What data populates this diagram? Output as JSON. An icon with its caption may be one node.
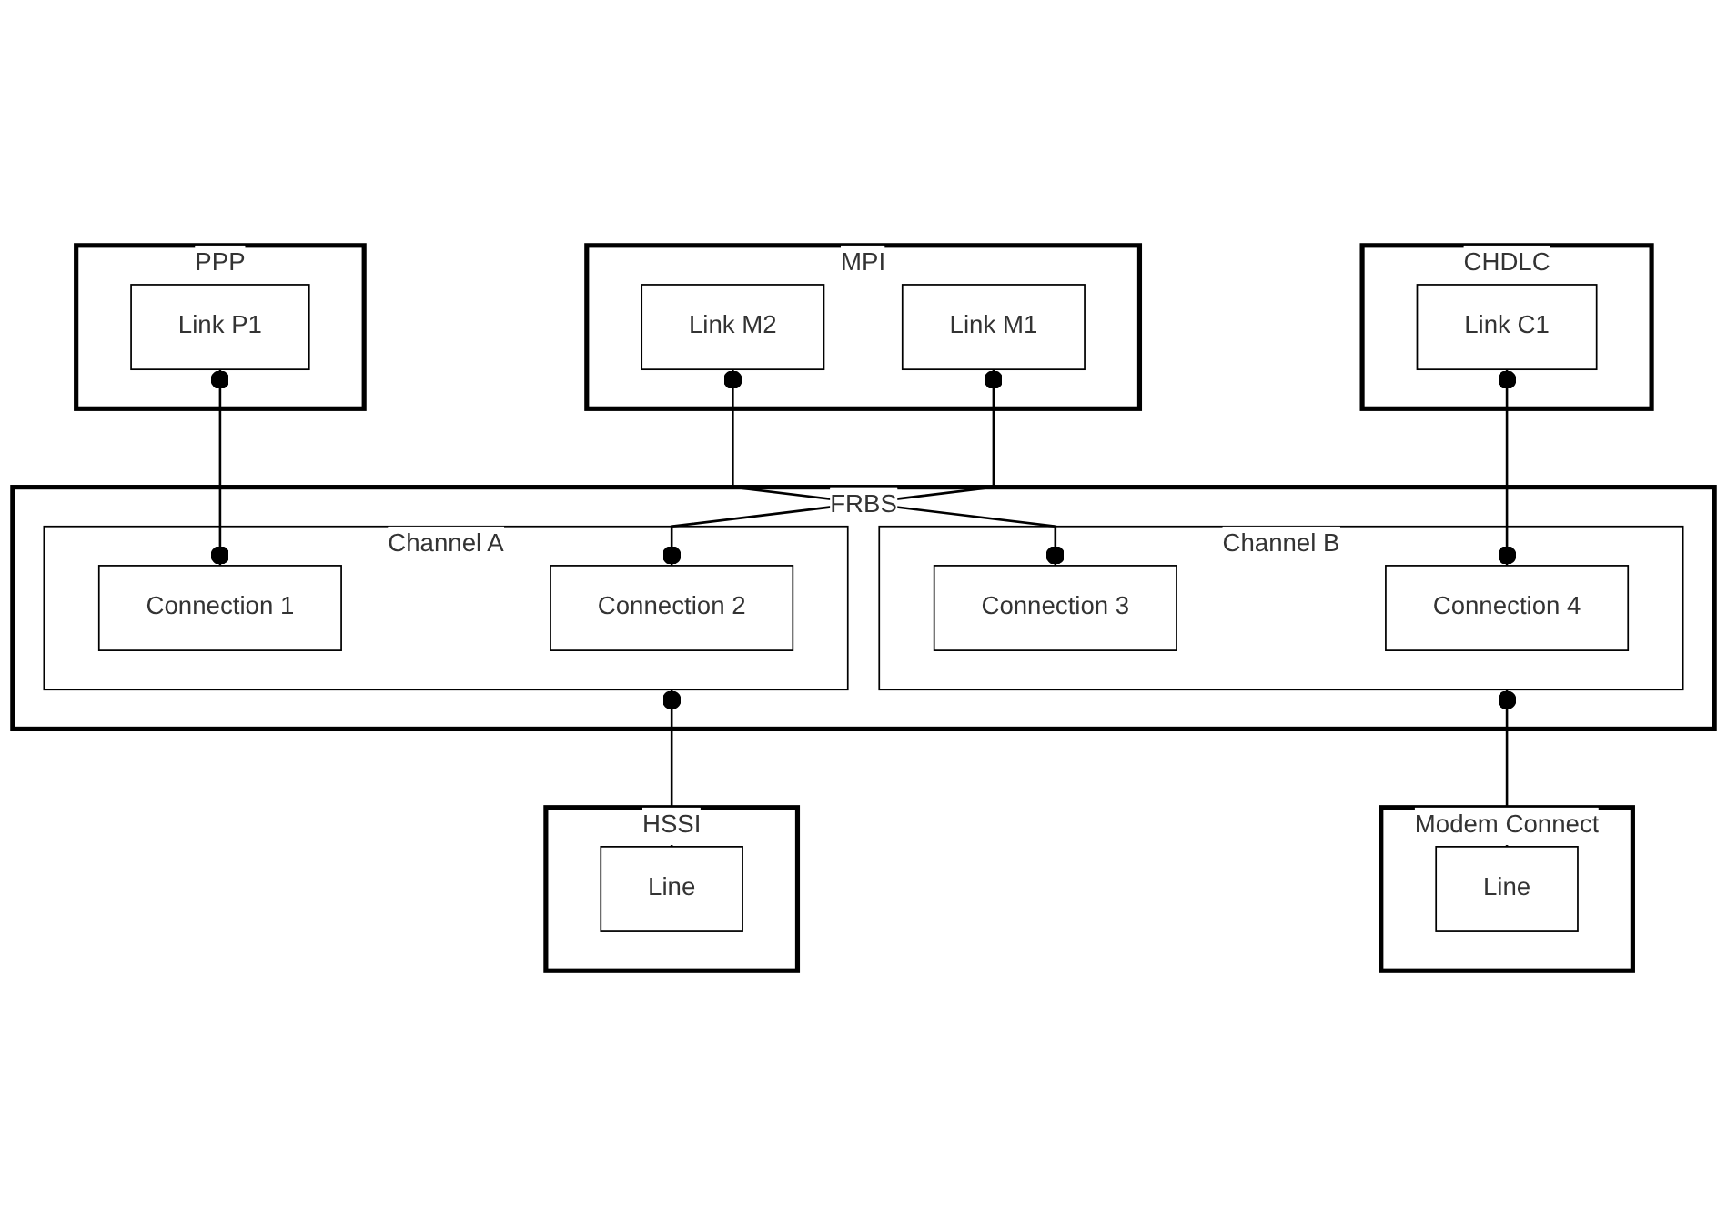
{
  "diagram": {
    "nodes": [
      {
        "text": [
          "PPP"
        ]
      },
      {
        "text": [
          "Link P1"
        ],
        "in": 0
      },
      {
        "text": [
          "MPI"
        ]
      },
      {
        "text": [
          "Link M1"
        ],
        "in": 2
      },
      {
        "text": [
          "Link M2"
        ],
        "in": 2
      },
      {
        "text": [
          "CHDLC"
        ]
      },
      {
        "text": [
          "Link C1"
        ],
        "in": 5
      },
      {
        "text": [
          "FRBS"
        ]
      },
      {
        "text": [
          "Channel A"
        ],
        "in": 7
      },
      {
        "text": [
          "Connection 1"
        ],
        "in": 8
      },
      {
        "text": [
          "Connection 2"
        ],
        "in": 8
      },
      {
        "text": [
          "Channel B"
        ],
        "in": 7
      },
      {
        "text": [
          "Connection 3"
        ],
        "in": 11
      },
      {
        "text": [
          "Connection 4"
        ],
        "in": 11
      },
      {
        "text": [
          "HSSI"
        ]
      },
      {
        "text": [
          "Line"
        ],
        "in": 14
      },
      {
        "text": [
          "Modem Connect"
        ]
      },
      {
        "text": [
          "Line"
        ],
        "in": 16
      }
    ],
    "edges": [
      {
        "from": 1,
        "to": 9,
        "arrow": "other"
      },
      {
        "from": 3,
        "to": 10,
        "arrow": "other"
      },
      {
        "from": 4,
        "to": 12,
        "arrow": "other"
      },
      {
        "from": 6,
        "to": 13,
        "arrow": "other"
      },
      {
        "from": 8,
        "to": 15,
        "arrow": "other"
      },
      {
        "from": 11,
        "to": 17,
        "arrow": "other"
      }
    ]
  }
}
